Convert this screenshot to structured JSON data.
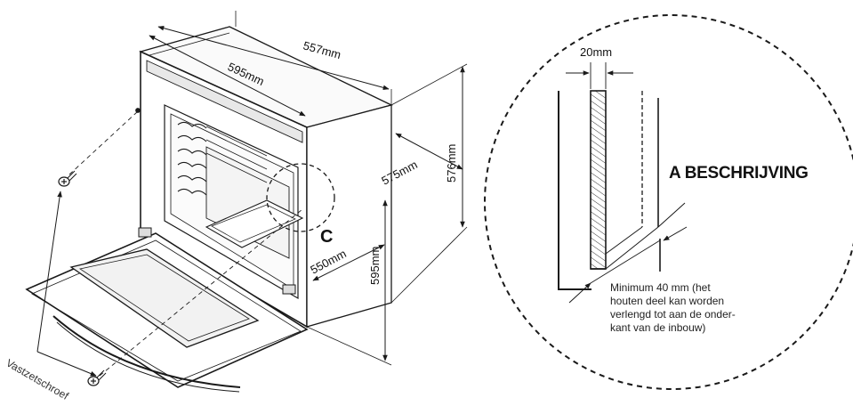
{
  "oven_view": {
    "dim_width_outer": "557mm",
    "dim_width_front": "595mm",
    "dim_depth_top": "575mm",
    "dim_height_right": "576mm",
    "dim_height_front": "595mm",
    "dim_depth_bottom": "550mm",
    "detail_marker": "C",
    "screw_label": "Vastzetschroef"
  },
  "detail_view": {
    "gap_label": "20mm",
    "heading": "A BESCHRIJVING",
    "note_lines": [
      "Minimum 40 mm (het",
      "houten deel kan worden",
      "verlengd tot aan de onder-",
      "kant van de inbouw)"
    ]
  },
  "colors": {
    "line": "#1a1a1a",
    "hatch": "#333333"
  }
}
